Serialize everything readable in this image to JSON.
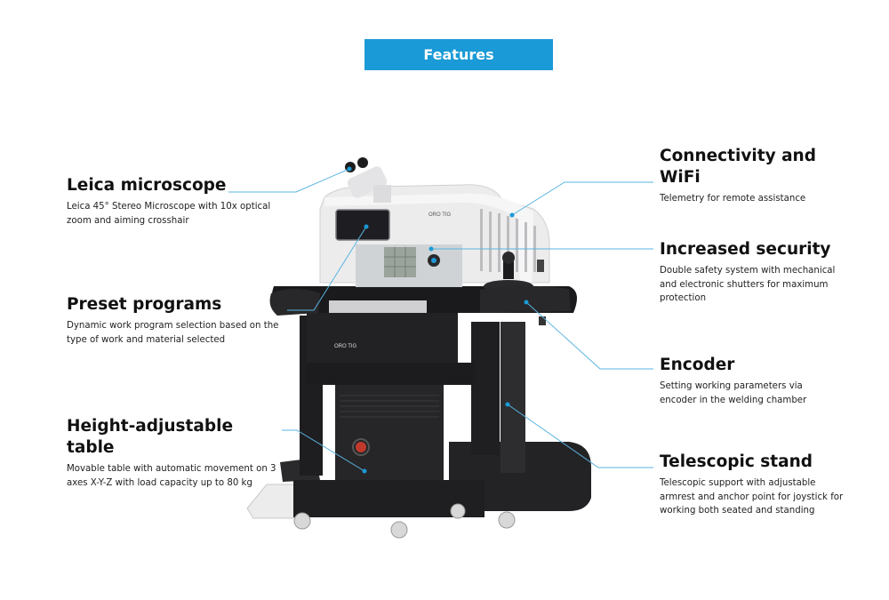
{
  "header": {
    "title": "Features"
  },
  "brand": {
    "logo_text": "ORO TIG"
  },
  "colors": {
    "accent": "#1a9ad6",
    "machine_dark": "#1c1c1e",
    "machine_light": "#e9e9ea"
  },
  "features": {
    "leica": {
      "title": "Leica microscope",
      "description": "Leica 45° Stereo Microscope with 10x optical zoom and aiming crosshair"
    },
    "preset": {
      "title": "Preset programs",
      "description": "Dynamic work program selection based on the type of work and material selected"
    },
    "height": {
      "title": "Height-adjustable table",
      "description": "Movable table with automatic movement on 3 axes X-Y-Z with load capacity up to 80 kg"
    },
    "connectivity": {
      "title": "Connectivity and WiFi",
      "description": "Telemetry for remote assistance"
    },
    "security": {
      "title": "Increased security",
      "description": "Double safety system with mechanical and electronic shutters for maximum protection"
    },
    "encoder": {
      "title": "Encoder",
      "description": "Setting working parameters via encoder in the welding chamber"
    },
    "telescopic": {
      "title": "Telescopic stand",
      "description": "Telescopic support with adjustable armrest and anchor point for joystick for working both seated and standing"
    }
  }
}
